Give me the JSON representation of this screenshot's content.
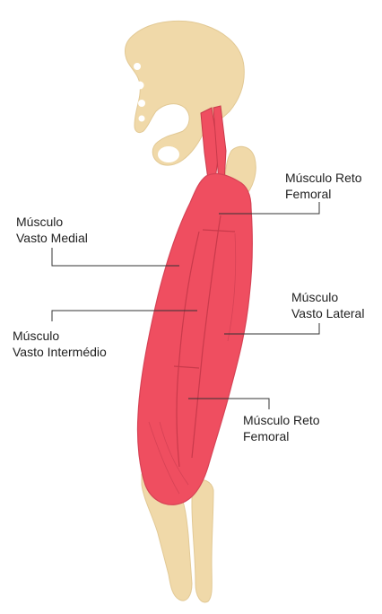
{
  "colors": {
    "bone": "#F0D9A9",
    "bone_edge": "#D6BC86",
    "muscle": "#EF4E60",
    "muscle_shade": "#C93A4B",
    "leader_line": "#333333"
  },
  "labels": [
    {
      "id": "rectus-femoris-top",
      "line1": "Músculo Reto",
      "line2": "Femoral"
    },
    {
      "id": "vastus-medialis",
      "line1": "Músculo",
      "line2": "Vasto Medial"
    },
    {
      "id": "vastus-lateralis",
      "line1": "Músculo",
      "line2": "Vasto Lateral"
    },
    {
      "id": "vastus-intermedius",
      "line1": "Músculo",
      "line2": "Vasto Intermédio"
    },
    {
      "id": "rectus-femoris-bottom",
      "line1": "Músculo Reto",
      "line2": "Femoral"
    }
  ]
}
